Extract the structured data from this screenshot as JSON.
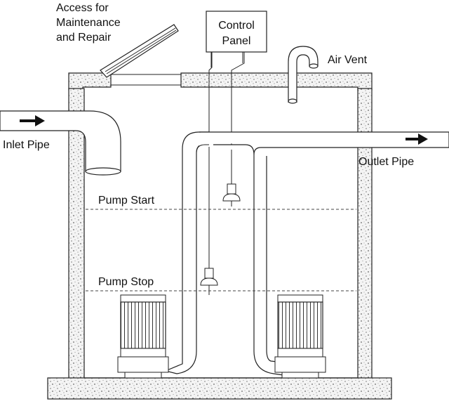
{
  "labels": {
    "access": [
      "Access for",
      "Maintenance",
      "and Repair"
    ],
    "control_panel": [
      "Control",
      "Panel"
    ],
    "air_vent": "Air Vent",
    "inlet_pipe": "Inlet Pipe",
    "outlet_pipe": "Outlet Pipe",
    "pump_start": "Pump Start",
    "pump_stop": "Pump Stop"
  },
  "icons": {
    "inlet_arrow": "arrow-right-icon",
    "outlet_arrow": "arrow-right-icon"
  }
}
